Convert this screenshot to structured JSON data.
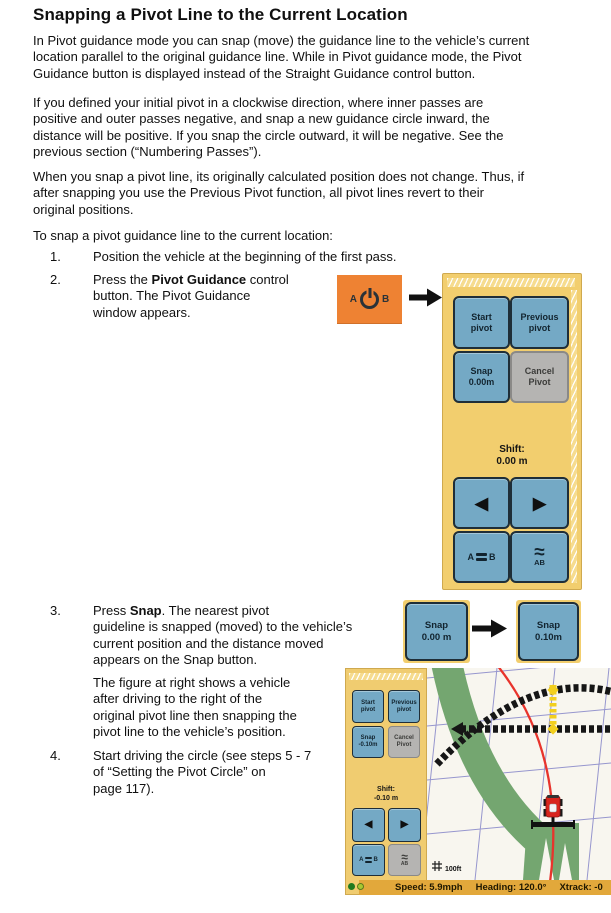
{
  "colors": {
    "accent_orange": "#EE8233",
    "panel_yellow": "#F2CE6E",
    "button_blue": "#74A9C5",
    "disabled_gray": "#B5B4B2",
    "swath_green": "#74A670",
    "guidance_red": "#E8342C",
    "grid_blue": "#8585C8",
    "status_gold": "#E2A83B"
  },
  "doc": {
    "title": "Snapping a Pivot Line to the Current Location",
    "p1": "In Pivot guidance mode you can snap (move) the guidance line to the vehicle’s current\nlocation parallel to the original guidance line. While in Pivot guidance mode, the Pivot\nGuidance button is displayed instead of the Straight Guidance control button.",
    "p2": "If you defined your initial pivot in a clockwise direction, where inner passes are\npositive and outer passes negative, and snap a new guidance circle inward, the\ndistance will be positive. If you snap the circle outward, it will be negative. See the\nprevious section (“Numbering Passes”).",
    "p3": "When you snap a pivot line, its originally calculated position does not change. Thus, if\nafter snapping you use the Previous Pivot function, all pivot lines revert to their\noriginal positions.",
    "p4": "To snap a pivot guidance line to the current location:",
    "s1_num": "1.",
    "s1": "Position the vehicle at the beginning of the first pass.",
    "s2_num": "2.",
    "s2_pre": "Press the ",
    "s2_bold": "Pivot Guidance",
    "s2_post": " control\nbutton. The Pivot Guidance\nwindow appears.",
    "s3_num": "3.",
    "s3_pre": "Press ",
    "s3_bold": "Snap",
    "s3_post": ". The nearest pivot\nguideline is snapped (moved) to the vehicle’s\ncurrent position and the distance moved\nappears on the Snap button.",
    "s3b": "The figure at right shows a vehicle\nafter driving to the right of the\noriginal pivot line then snapping the\npivot line to the vehicle’s position.",
    "s4_num": "4.",
    "s4": "Start driving the circle (see steps 5 - 7\nof “Setting the Pivot Circle” on\npage 117)."
  },
  "pivot_button": {
    "a": "A",
    "b": "B"
  },
  "window1": {
    "start": "Start\npivot",
    "previous": "Previous\npivot",
    "snap": "Snap\n0.00m",
    "cancel": "Cancel\nPivot",
    "shift_label": "Shift:",
    "shift_value": "0.00 m",
    "left_arrow": "◀",
    "right_arrow": "▶",
    "ab_a": "A",
    "ab_b": "B",
    "wave": "≈",
    "ab_curve": "AB"
  },
  "snap_transition": {
    "before": "Snap\n0.00 m",
    "after": "Snap\n0.10m"
  },
  "figure": {
    "window": {
      "start": "Start\npivot",
      "previous": "Previous\npivot",
      "snap": "Snap\n-0.10m",
      "cancel": "Cancel\nPivot",
      "shift_label": "Shift:",
      "shift_value": "-0.10 m",
      "left_arrow": "◀",
      "right_arrow": "▶",
      "ab_a": "A",
      "ab_b": "B",
      "wave": "≈",
      "ab_curve": "AB"
    },
    "map": {
      "scale": "100ft"
    },
    "status": {
      "speed": "Speed: 5.9mph",
      "heading": "Heading: 120.0°",
      "xtrack": "Xtrack: -0"
    }
  }
}
